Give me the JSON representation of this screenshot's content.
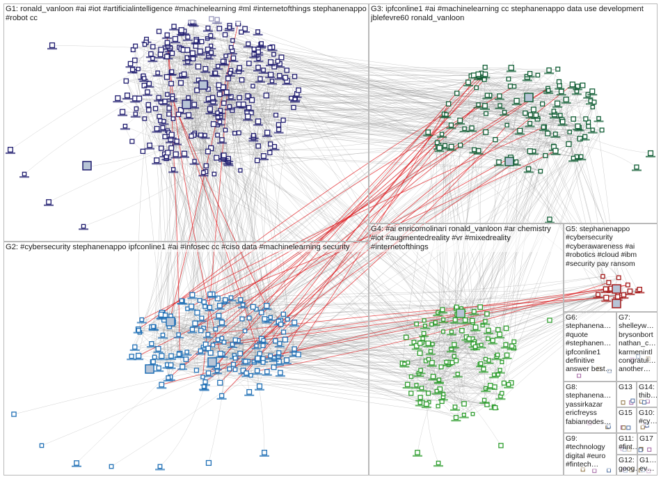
{
  "groups": [
    {
      "id": "G1",
      "label": "G1: ronald_vanloon #ai #iot #artificialintelligence #machinelearning #ml #internetofthings stephanenappo #robot cc",
      "color": "#1e1b6e"
    },
    {
      "id": "G2",
      "label": "G2: #cybersecurity stephanenappo ipfconline1 #ai #infosec cc #ciso data #machinelearning security",
      "color": "#1f6fb5"
    },
    {
      "id": "G3",
      "label": "G3: ipfconline1 #ai #machinelearning cc stephanenappo data use development jblefevre60 ronald_vanloon",
      "color": "#0f5c33"
    },
    {
      "id": "G4",
      "label": "G4: #ai enricomolinari ronald_vanloon #ar chemistry #iot #augmentedreality #vr #mixedreality #internetofthings",
      "color": "#2e9d2e"
    },
    {
      "id": "G5",
      "label": "G5: stephanenappo\n#cybersecurity\n#cyberawareness #ai\n#robotics #cloud #ibm\n#security pay ransom",
      "color": "#a31515"
    },
    {
      "id": "G6",
      "label": "G6:\nstephanena…\n#quote\n#stephanen…\nipfconline1\ndefinitive\nanswer best…",
      "color": "#555555"
    },
    {
      "id": "G7",
      "label": "G7:\nshelleyw…\nbrysonbort\nnathan_c…\nkarmenintl\ncongratul…\nanother…",
      "color": "#555555"
    },
    {
      "id": "G8",
      "label": "G8:\nstephanena…\nyassirkazar\nericfreyss\nfabianrodes…",
      "color": "#555555"
    },
    {
      "id": "G9",
      "label": "G9:\n#technology\ndigital #euro\n#fintech…",
      "color": "#555555"
    },
    {
      "id": "G10",
      "label": "G10:\n#cy…",
      "color": "#555555"
    },
    {
      "id": "G11",
      "label": "G11:\n#fint…",
      "color": "#555555"
    },
    {
      "id": "G12",
      "label": "G12:\ngoog…",
      "color": "#555555"
    },
    {
      "id": "G13",
      "label": "G13",
      "color": "#555555"
    },
    {
      "id": "G14",
      "label": "G14:\nthib…",
      "color": "#555555"
    },
    {
      "id": "G15",
      "label": "G15",
      "color": "#555555"
    },
    {
      "id": "G16",
      "label": "G1…\nev…",
      "color": "#555555"
    },
    {
      "id": "G17",
      "label": "G17",
      "color": "#555555"
    }
  ],
  "colors": {
    "edge_gray": "#8c8c8c",
    "edge_red": "#e0191d",
    "panel_border": "#b9b9b9"
  }
}
